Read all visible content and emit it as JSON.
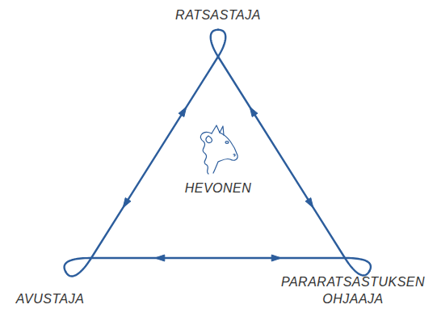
{
  "diagram": {
    "nodes": [
      {
        "text": [
          "RATSASTAJA"
        ]
      },
      {
        "text": [
          "AVUSTAJA"
        ]
      },
      {
        "text": [
          "PARARATSASTUKSEN OHJAAJA"
        ]
      }
    ],
    "edges": [
      {
        "from": 0,
        "to": 1,
        "arrow": "both"
      },
      {
        "from": 0,
        "to": 2,
        "arrow": "both"
      },
      {
        "from": 1,
        "to": 2,
        "arrow": "both"
      }
    ],
    "labels": [
      "HEVONEN"
    ]
  }
}
